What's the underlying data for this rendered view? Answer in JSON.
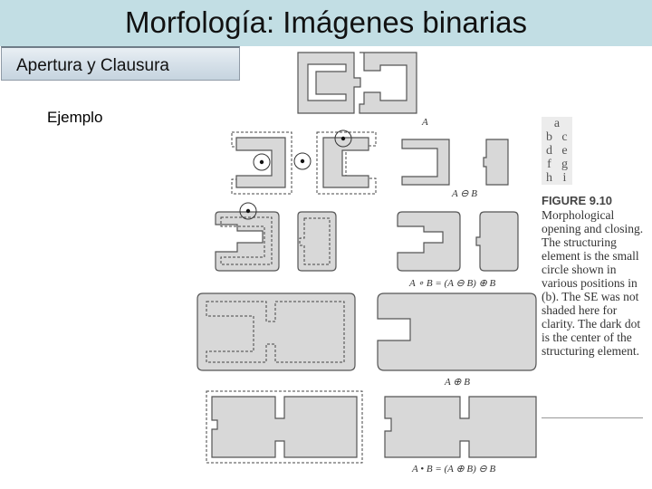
{
  "slide": {
    "title": "Morfología: Imágenes binarias",
    "subtitle": "Apertura y Clausura",
    "example_label": "Ejemplo"
  },
  "figure": {
    "panel_labels": {
      "a": "A",
      "c": "A ⊖ B",
      "e": "A ∘ B = (A ⊖ B) ⊕ B",
      "g": "A ⊕ B",
      "i": "A • B = (A ⊕ B) ⊖ B"
    },
    "subfigure_grid": [
      [
        "a"
      ],
      [
        "b",
        "c"
      ],
      [
        "d",
        "e"
      ],
      [
        "f",
        "g"
      ],
      [
        "h",
        "i"
      ]
    ],
    "caption_label": "FIGURE 9.10",
    "caption_text": "Morphological opening and closing. The structuring element is the small circle shown in various positions in (b). The SE was not shaded here for clarity. The dark dot is the center of the structuring element."
  },
  "colors": {
    "title_bar": "#c2dee4",
    "shape_fill": "#d8d8d8",
    "shape_stroke": "#555555"
  }
}
